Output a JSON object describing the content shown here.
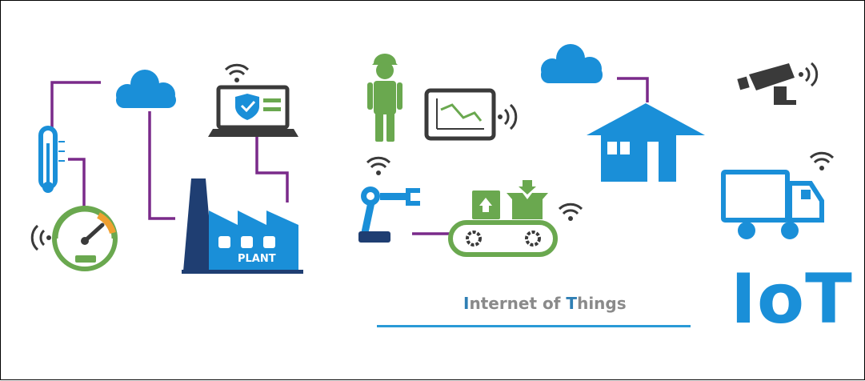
{
  "caption": {
    "first_letter": "I",
    "part1": "nternet of ",
    "second_letter": "T",
    "part2": "hings"
  },
  "logo_text": "IoT",
  "plant_label": "PLANT",
  "colors": {
    "blue": "#1a8fd8",
    "green": "#6aa84f",
    "purple": "#7a2a8a",
    "dark_navy": "#1f3e72",
    "gray": "#3a3a3a",
    "caption_gray": "#8a8a8a",
    "caption_blue": "#2f7fb4"
  },
  "icons": [
    "cloud-icon",
    "thermometer-icon",
    "gauge-icon",
    "laptop-icon",
    "factory-icon",
    "worker-icon",
    "tablet-chart-icon",
    "robot-arm-icon",
    "conveyor-icon",
    "house-icon",
    "security-camera-icon",
    "truck-icon",
    "wifi-icon"
  ]
}
